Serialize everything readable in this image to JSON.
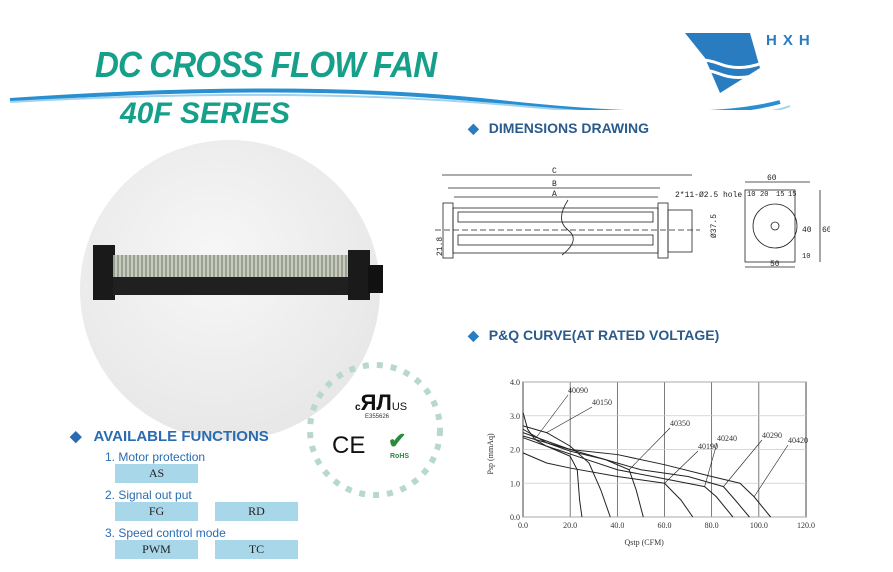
{
  "header": {
    "title": "DC CROSS FLOW FAN",
    "series": "40F SERIES",
    "brand": "HXH",
    "brand_color": "#2a7cc0",
    "title_color": "#16a08a"
  },
  "sections": {
    "dimensions": "DIMENSIONS DRAWING",
    "curve": "P&Q  CURVE(AT RATED VOLTAGE)",
    "functions": "AVAILABLE FUNCTIONS"
  },
  "drawing": {
    "C": "C",
    "B": "B",
    "A": "A",
    "hole": "2*11-Ø2.5 hole",
    "dia": "Ø37.5",
    "h": "21.8",
    "w60": "60",
    "d10": "10",
    "d20": "20",
    "d15a": "15",
    "d15b": "15",
    "d40": "40",
    "h60": "60",
    "d10b": "10",
    "w50": "50"
  },
  "certs": {
    "ul_c": "c",
    "ul_us": "US",
    "ul_file": "E355626",
    "ce": "CE",
    "rohs": "RoHS"
  },
  "functions": [
    {
      "label": "1. Motor protection",
      "options": [
        "AS"
      ]
    },
    {
      "label": "2. Signal out put",
      "options": [
        "FG",
        "RD"
      ]
    },
    {
      "label": "3. Speed control mode",
      "options": [
        "PWM",
        "TC"
      ]
    }
  ],
  "chart_data": {
    "type": "line",
    "title": "",
    "xlabel": "Qstp (CFM)",
    "ylabel": "Psp (mmAq)",
    "xlim": [
      0,
      120
    ],
    "ylim": [
      0,
      4
    ],
    "xticks": [
      "0.0",
      "20.0",
      "40.0",
      "60.0",
      "80.0",
      "100.0",
      "120.0"
    ],
    "yticks": [
      "0.0",
      "1.0",
      "2.0",
      "3.0",
      "4.0"
    ],
    "grid": true,
    "series": [
      {
        "name": "40090",
        "points": [
          [
            0,
            3.1
          ],
          [
            2,
            2.6
          ],
          [
            5,
            2.3
          ],
          [
            10,
            2.1
          ],
          [
            20,
            1.8
          ],
          [
            23,
            1.4
          ],
          [
            24,
            0.5
          ],
          [
            25,
            0
          ]
        ]
      },
      {
        "name": "40150",
        "points": [
          [
            0,
            2.7
          ],
          [
            10,
            2.5
          ],
          [
            20,
            2.1
          ],
          [
            28,
            1.6
          ],
          [
            33,
            0.8
          ],
          [
            37,
            0
          ]
        ]
      },
      {
        "name": "40350",
        "points": [
          [
            0,
            2.6
          ],
          [
            10,
            2.2
          ],
          [
            20,
            1.95
          ],
          [
            35,
            1.7
          ],
          [
            45,
            1.4
          ],
          [
            48,
            0.8
          ],
          [
            51,
            0
          ]
        ]
      },
      {
        "name": "40190",
        "points": [
          [
            0,
            1.9
          ],
          [
            10,
            1.6
          ],
          [
            20,
            1.45
          ],
          [
            40,
            1.2
          ],
          [
            60,
            1.0
          ],
          [
            67,
            0.5
          ],
          [
            72,
            0
          ]
        ]
      },
      {
        "name": "40240",
        "points": [
          [
            0,
            2.35
          ],
          [
            10,
            2.1
          ],
          [
            25,
            1.75
          ],
          [
            40,
            1.4
          ],
          [
            55,
            1.2
          ],
          [
            77,
            0.9
          ],
          [
            82,
            0.6
          ],
          [
            89,
            0
          ]
        ]
      },
      {
        "name": "40290",
        "points": [
          [
            0,
            2.4
          ],
          [
            20,
            2.0
          ],
          [
            35,
            1.7
          ],
          [
            50,
            1.4
          ],
          [
            70,
            1.2
          ],
          [
            85,
            0.9
          ],
          [
            90,
            0.5
          ],
          [
            96,
            0
          ]
        ]
      },
      {
        "name": "40420",
        "points": [
          [
            0,
            2.5
          ],
          [
            20,
            2.0
          ],
          [
            40,
            1.85
          ],
          [
            60,
            1.55
          ],
          [
            80,
            1.2
          ],
          [
            92,
            1.0
          ],
          [
            98,
            0.6
          ],
          [
            105,
            0
          ]
        ]
      }
    ]
  }
}
